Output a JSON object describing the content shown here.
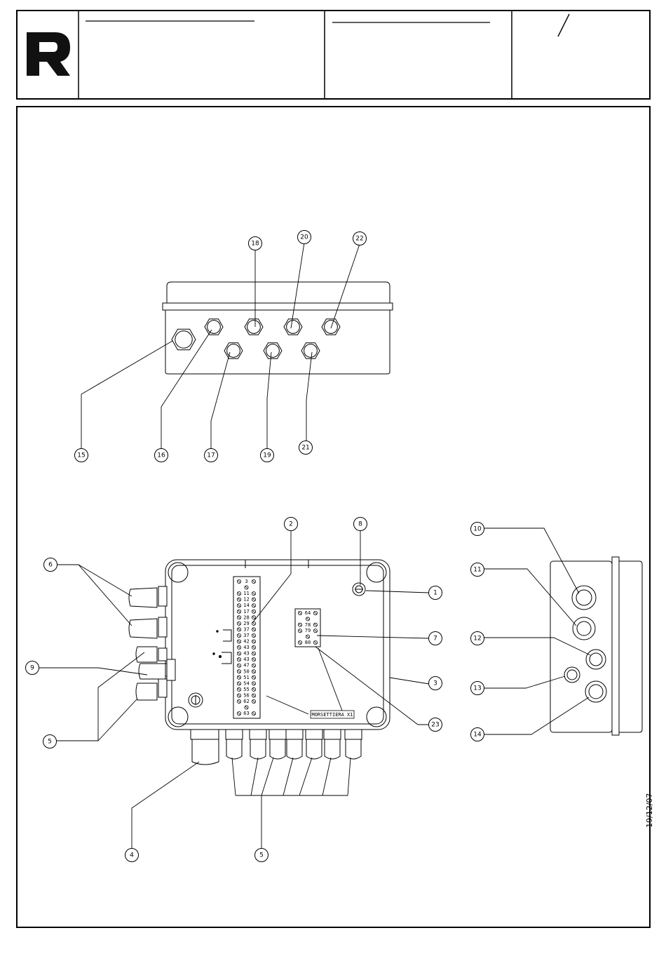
{
  "title_block": {
    "logo_letter": "R",
    "sheet_mark": "/"
  },
  "date_stamp": "19/12/07",
  "terminal_block": {
    "label": "MORSETTIERA X1",
    "terminals": [
      "3",
      "",
      "11",
      "12",
      "14",
      "17",
      "28",
      "29",
      "37",
      "37",
      "42",
      "43",
      "43",
      "43",
      "47",
      "50",
      "51",
      "54",
      "55",
      "56",
      "62",
      "",
      "63"
    ],
    "aux_terminals": [
      "64",
      "",
      "78",
      "79",
      "",
      "80"
    ]
  },
  "callouts": [
    {
      "id": "c1",
      "text": "1"
    },
    {
      "id": "c2",
      "text": "2"
    },
    {
      "id": "c3",
      "text": "3"
    },
    {
      "id": "c4",
      "text": "4"
    },
    {
      "id": "c5a",
      "text": "5"
    },
    {
      "id": "c5b",
      "text": "5"
    },
    {
      "id": "c6",
      "text": "6"
    },
    {
      "id": "c7",
      "text": "7"
    },
    {
      "id": "c8",
      "text": "8"
    },
    {
      "id": "c9",
      "text": "9"
    },
    {
      "id": "c10",
      "text": "10"
    },
    {
      "id": "c11",
      "text": "11"
    },
    {
      "id": "c12",
      "text": "12"
    },
    {
      "id": "c13",
      "text": "13"
    },
    {
      "id": "c14",
      "text": "14"
    },
    {
      "id": "c15",
      "text": "15"
    },
    {
      "id": "c16",
      "text": "16"
    },
    {
      "id": "c17",
      "text": "17"
    },
    {
      "id": "c18",
      "text": "18"
    },
    {
      "id": "c19",
      "text": "19"
    },
    {
      "id": "c20",
      "text": "20"
    },
    {
      "id": "c21",
      "text": "21"
    },
    {
      "id": "c22",
      "text": "22"
    },
    {
      "id": "c23",
      "text": "23"
    }
  ]
}
